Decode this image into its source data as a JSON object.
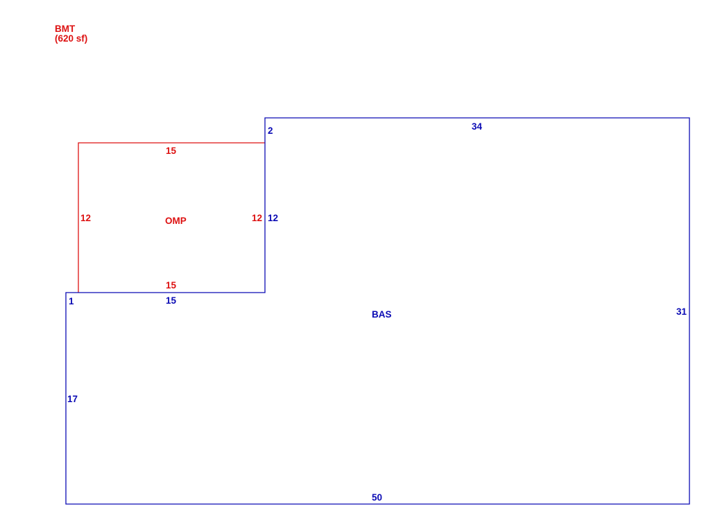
{
  "colors": {
    "red": "#dd1111",
    "blue": "#0a0ab4"
  },
  "header": {
    "code": "BMT",
    "area": "(620 sf)"
  },
  "omp": {
    "name": "OMP",
    "top_dim": "15",
    "bottom_dim": "15",
    "left_dim": "12",
    "right_dim": "12"
  },
  "bas": {
    "name": "BAS",
    "top_dim": "34",
    "bottom_dim": "50",
    "right_dim": "31",
    "left_dim": "17",
    "notch_left_dim": "12",
    "notch_bottom_dim": "15",
    "step_top_dim": "2",
    "step_bottom_dim": "1"
  }
}
